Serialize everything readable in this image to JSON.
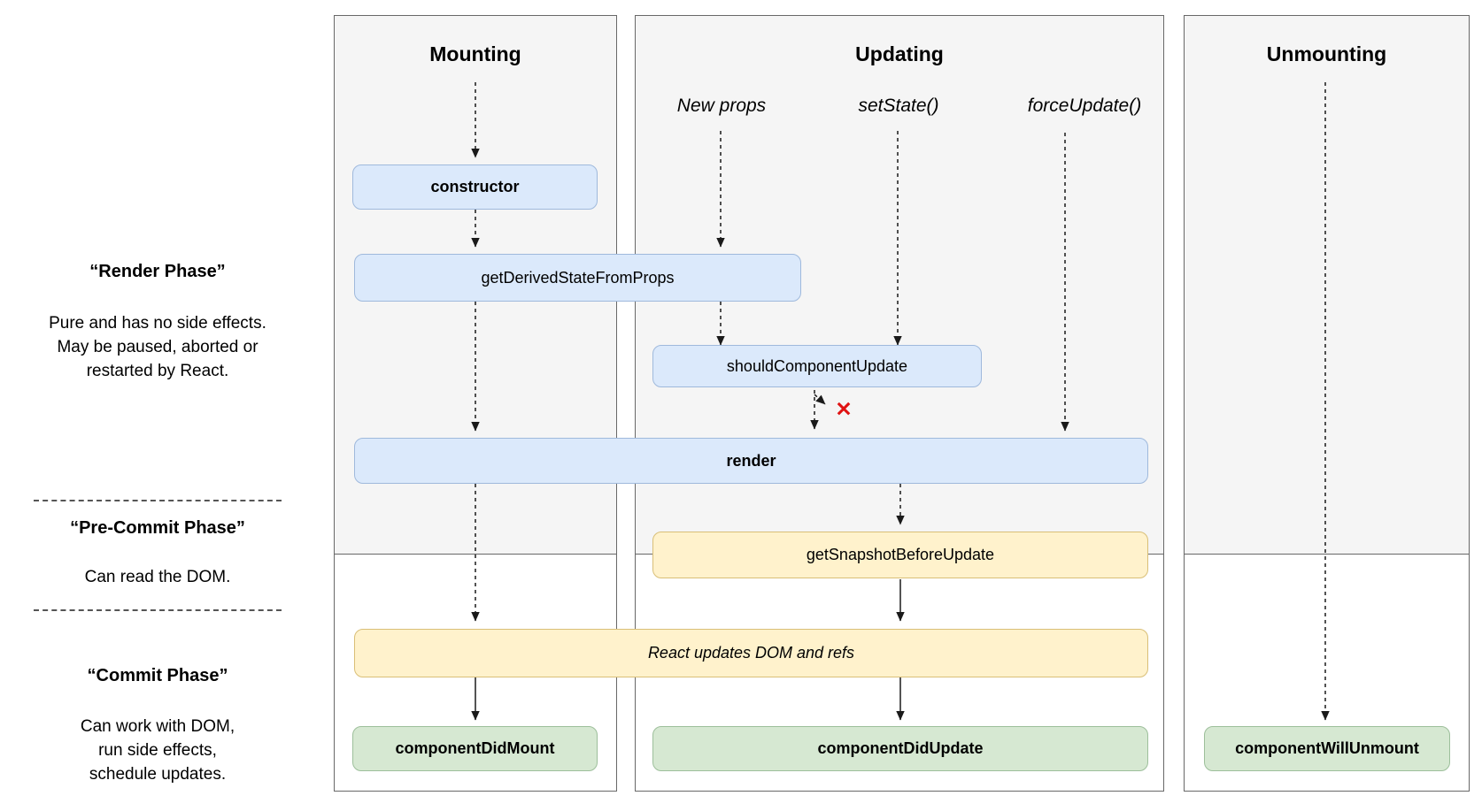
{
  "sidebar": {
    "render_phase": {
      "title": "“Render Phase”",
      "lines": [
        "Pure and has no side effects.",
        "May be paused, aborted or",
        "restarted by React."
      ]
    },
    "pre_commit_phase": {
      "title": "“Pre-Commit Phase”",
      "lines": [
        "Can read the DOM."
      ]
    },
    "commit_phase": {
      "title": "“Commit Phase”",
      "lines": [
        "Can work with DOM,",
        "run side effects,",
        "schedule updates."
      ]
    }
  },
  "columns": {
    "mounting": {
      "title": "Mounting"
    },
    "updating": {
      "title": "Updating",
      "triggers": [
        "New props",
        "setState()",
        "forceUpdate()"
      ]
    },
    "unmounting": {
      "title": "Unmounting"
    }
  },
  "nodes": {
    "constructor": {
      "label": "constructor"
    },
    "get_derived_state_from_props": {
      "label": "getDerivedStateFromProps"
    },
    "should_component_update": {
      "label": "shouldComponentUpdate"
    },
    "render": {
      "label": "render"
    },
    "get_snapshot_before_update": {
      "label": "getSnapshotBeforeUpdate"
    },
    "react_updates_dom": {
      "label": "React updates DOM and refs"
    },
    "component_did_mount": {
      "label": "componentDidMount"
    },
    "component_did_update": {
      "label": "componentDidUpdate"
    },
    "component_will_unmount": {
      "label": "componentWillUnmount"
    }
  },
  "icons": {
    "skip_update_x": "✕"
  },
  "colors": {
    "panel_bg": "#f5f5f5",
    "panel_border": "#686868",
    "node_blue_bg": "#dbe9fb",
    "node_blue_border": "#9fb9dc",
    "node_yellow_bg": "#fff2cc",
    "node_yellow_border": "#d9bf77",
    "node_green_bg": "#d6e8d2",
    "node_green_border": "#9dbf9b",
    "x_red": "#e01212",
    "arrow": "#1a1a1a"
  }
}
